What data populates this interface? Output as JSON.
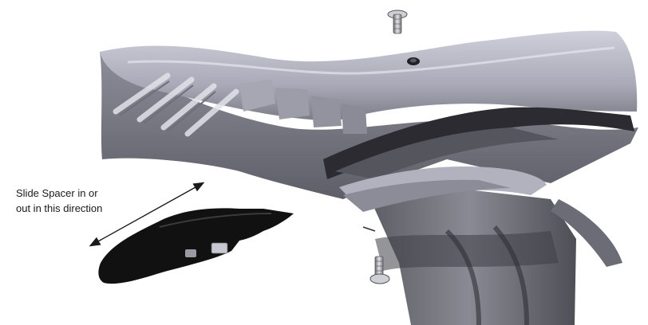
{
  "annotation": {
    "line1": "Slide Spacer in or",
    "line2": "out in this direction"
  },
  "parts": {
    "saddle": "saddle-assembly",
    "spacer": "spacer-part",
    "top_bolt": "bolt-icon",
    "bottom_bolt": "bolt-icon",
    "direction": "double-arrow-icon"
  },
  "colors": {
    "saddle_light": "#b9b9c6",
    "saddle_mid": "#8f8f9c",
    "saddle_dark": "#4a4a52",
    "spacer": "#111111",
    "arrow": "#1a1a1a"
  }
}
